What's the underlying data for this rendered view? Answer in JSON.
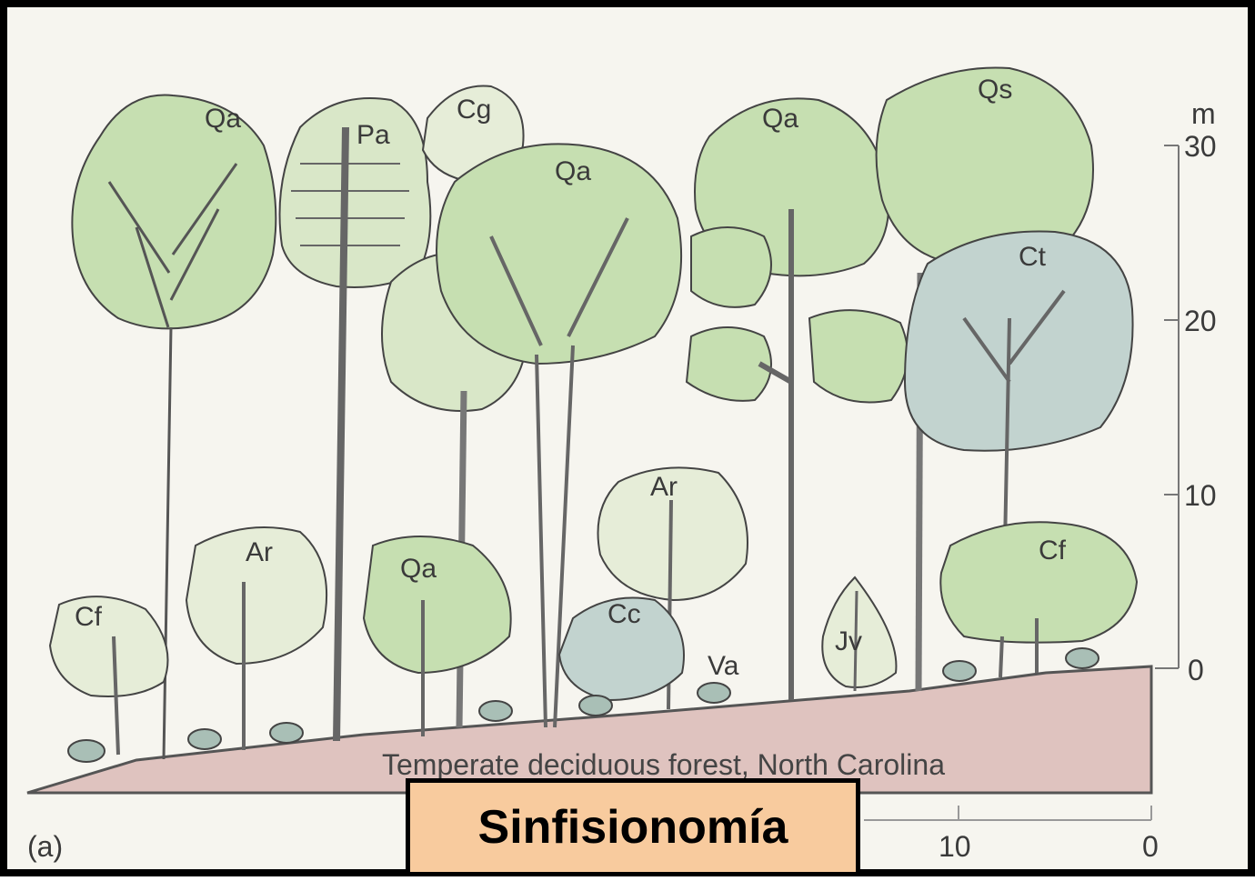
{
  "caption": "Temperate deciduous forest, North Carolina",
  "panel_label": "(a)",
  "title": "Sinfisionomía",
  "height_axis": {
    "unit": "m",
    "ticks": [
      "30",
      "20",
      "10",
      "0"
    ]
  },
  "distance_axis": {
    "ticks": [
      "10",
      "0"
    ]
  },
  "tree_labels": [
    "Qa",
    "Pa",
    "Cg",
    "Qa",
    "Qa",
    "Qs",
    "Ct",
    "Ar",
    "Ar",
    "Qa",
    "Cc",
    "Va",
    "Jv",
    "Cf",
    "Cf"
  ],
  "colors": {
    "canopy": "#c6dfb1",
    "canopy_bluegray": "#c2d3cf",
    "canopy_pale": "#e6edd8",
    "ground": "#dfc3bf",
    "background": "#f6f5ef",
    "title_box": "#f8cb9e"
  }
}
